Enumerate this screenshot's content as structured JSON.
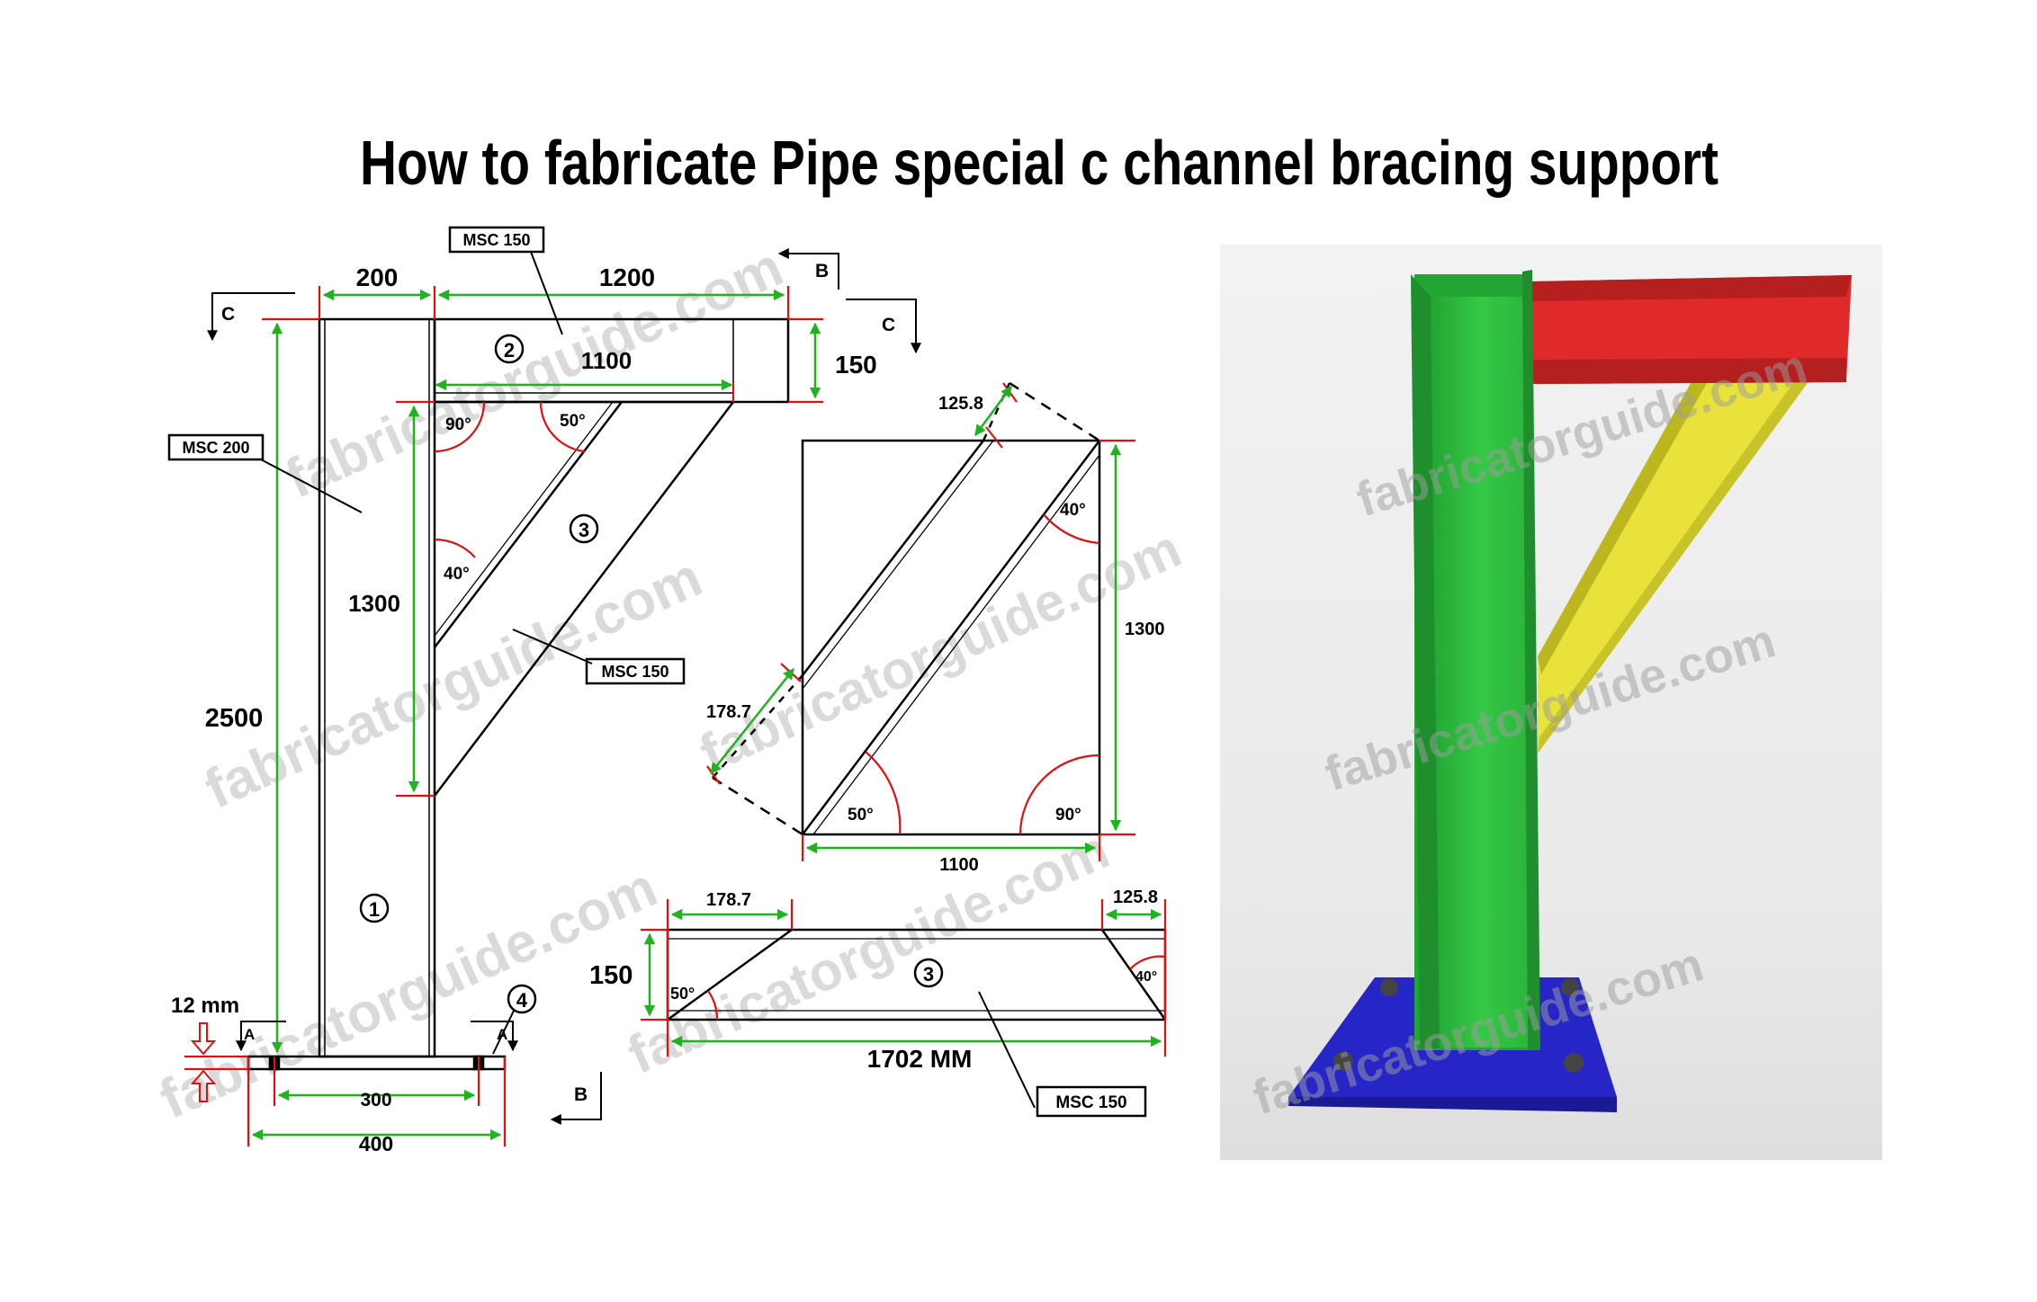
{
  "title": "How to fabricate Pipe special c channel bracing support",
  "watermark": "fabricatorguide.com",
  "colors": {
    "dimension": "#1fb41f",
    "extension": "#e01010",
    "angle_arc": "#e01010",
    "column": "#2fc13f",
    "beam": "#e02a2a",
    "brace": "#e8e23a",
    "base_plate": "#2626c8"
  },
  "section_marks": {
    "a": "A",
    "b": "B",
    "c": "C"
  },
  "part_numbers": {
    "p1": "1",
    "p2": "2",
    "p3": "3",
    "p4": "4"
  },
  "main_view": {
    "dims": {
      "column_width": "200",
      "beam_length": "1200",
      "inner_length": "1100",
      "beam_depth": "150",
      "brace_height": "1300",
      "total_height": "2500",
      "plate_thickness": "12 mm",
      "bolt_spacing": "300",
      "plate_width": "400"
    },
    "angles": {
      "top_left": "90°",
      "top_brace": "50°",
      "side_brace": "40°"
    },
    "tags": {
      "top_beam": "MSC 150",
      "column": "MSC 200",
      "brace": "MSC 150"
    }
  },
  "brace_layout": {
    "dims": {
      "top_cut": "125.8",
      "bottom_cut": "178.7",
      "height": "1300",
      "width": "1100"
    },
    "angles": {
      "top_right": "40°",
      "bottom_left": "50°",
      "bottom_right": "90°"
    }
  },
  "brace_piece": {
    "dims": {
      "left_cut": "178.7",
      "right_cut": "125.8",
      "depth": "150",
      "length": "1702  MM"
    },
    "angles": {
      "left": "50°",
      "right": "40°"
    },
    "tag": "MSC 150"
  }
}
